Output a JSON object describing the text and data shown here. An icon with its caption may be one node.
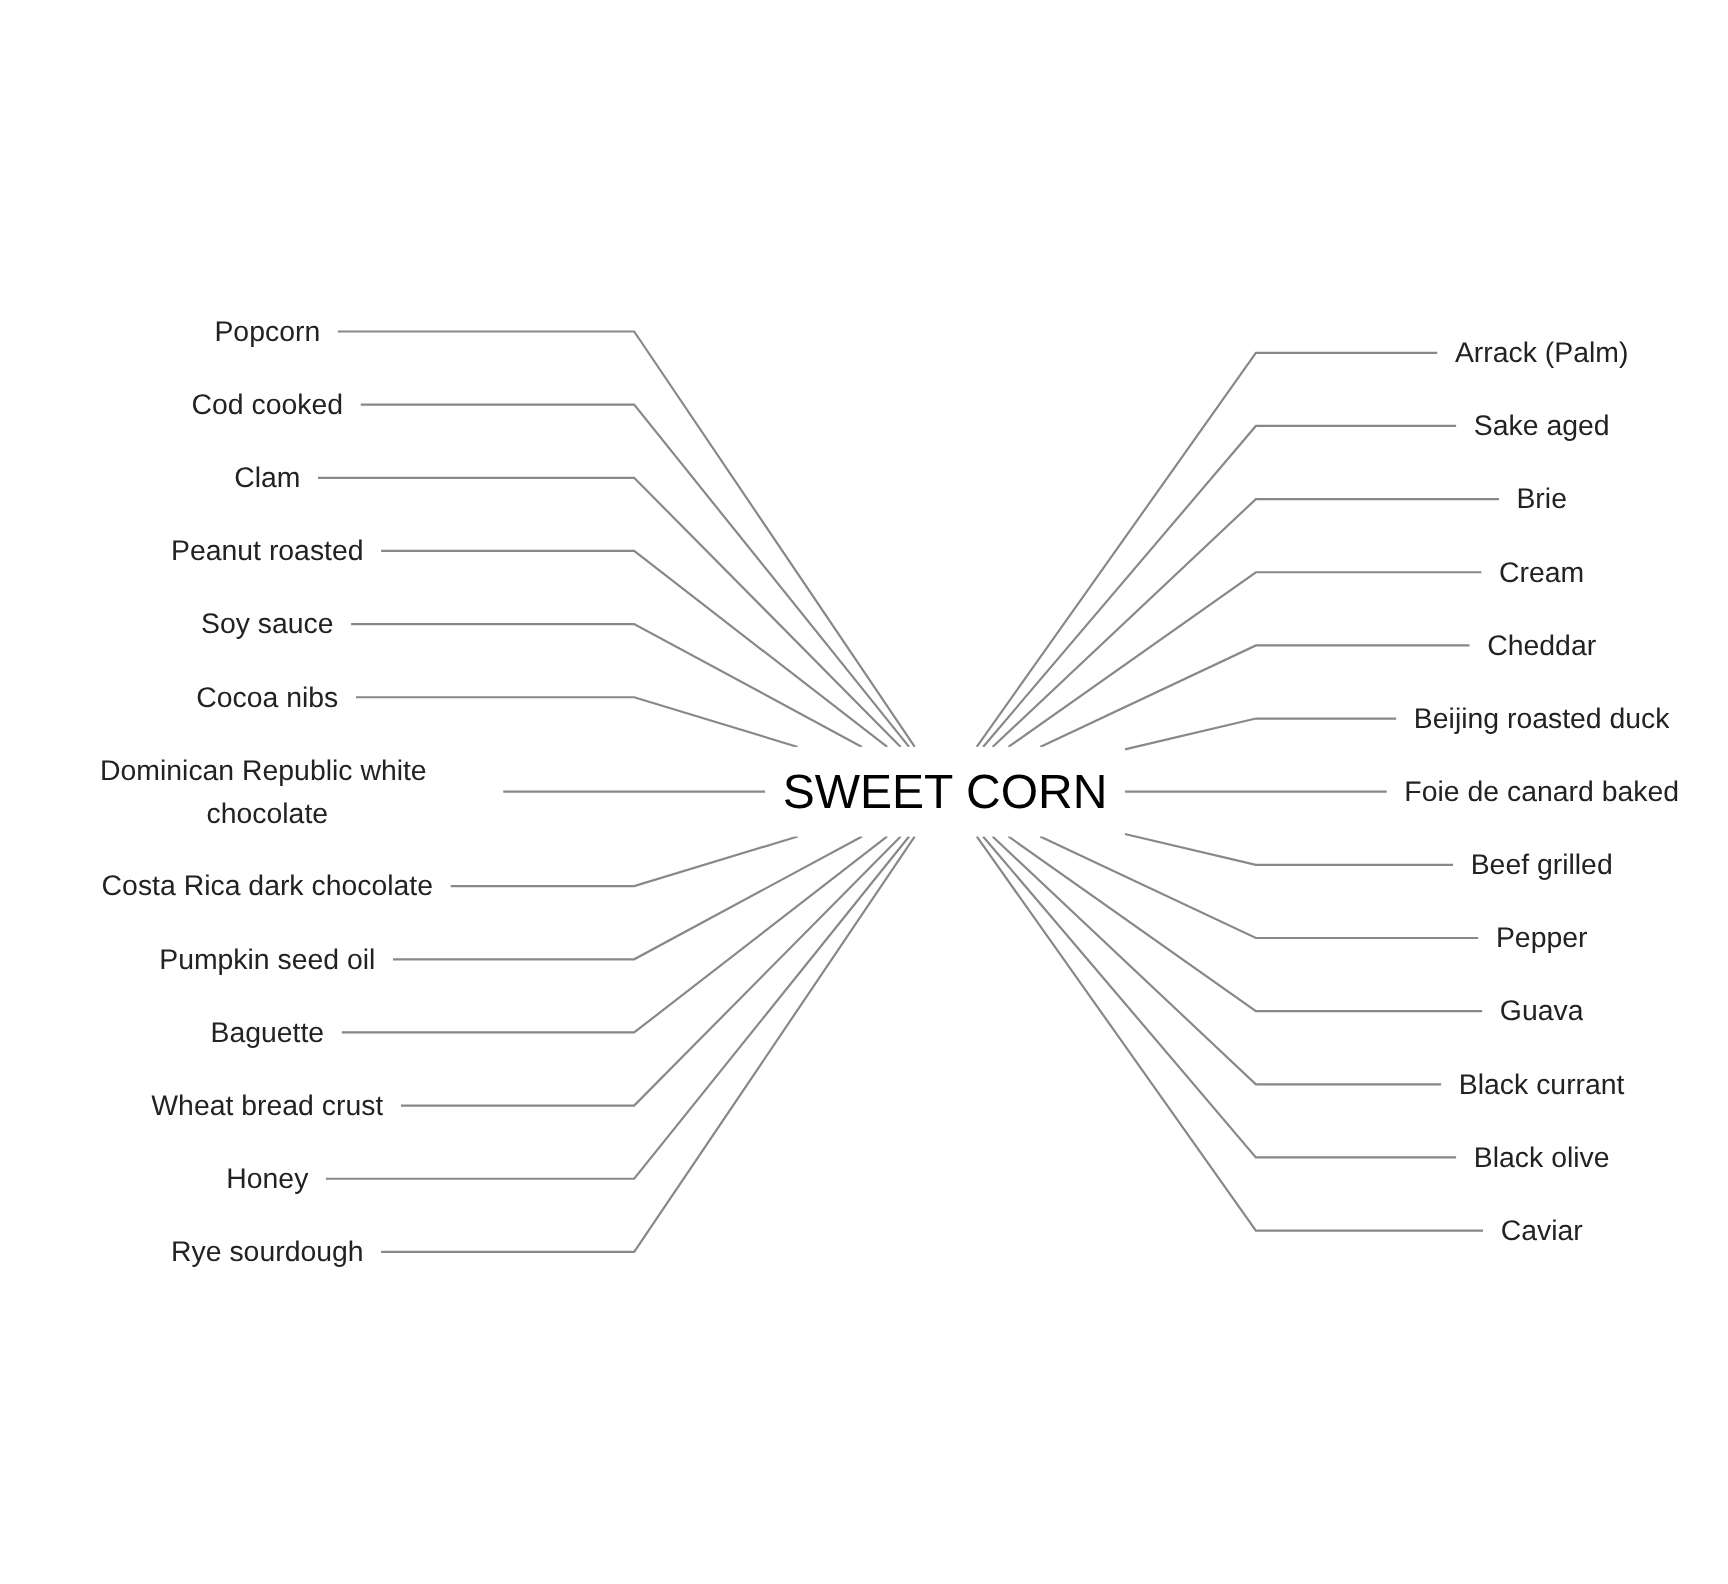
{
  "diagram": {
    "nodes": [
      {
        "text": [
          "SWEET CORN"
        ]
      },
      {
        "text": [
          "Arrack (Palm)"
        ]
      },
      {
        "text": [
          "Sake aged"
        ]
      },
      {
        "text": [
          "Brie"
        ]
      },
      {
        "text": [
          "Cream"
        ]
      },
      {
        "text": [
          "Cheddar"
        ]
      },
      {
        "text": [
          "Beijing roasted duck"
        ]
      },
      {
        "text": [
          "Foie de canard baked"
        ]
      },
      {
        "text": [
          "Beef grilled"
        ]
      },
      {
        "text": [
          "Pepper"
        ]
      },
      {
        "text": [
          "Guava"
        ]
      },
      {
        "text": [
          "Black currant"
        ]
      },
      {
        "text": [
          "Black olive"
        ]
      },
      {
        "text": [
          "Caviar"
        ]
      },
      {
        "text": [
          "Popcorn"
        ]
      },
      {
        "text": [
          "Cod cooked"
        ]
      },
      {
        "text": [
          "Clam"
        ]
      },
      {
        "text": [
          "Peanut roasted"
        ]
      },
      {
        "text": [
          "Soy sauce"
        ]
      },
      {
        "text": [
          "Cocoa nibs"
        ]
      },
      {
        "text": [
          "Dominican Republic white chocolate"
        ]
      },
      {
        "text": [
          "Costa Rica dark chocolate"
        ]
      },
      {
        "text": [
          "Pumpkin seed oil"
        ]
      },
      {
        "text": [
          "Baguette"
        ]
      },
      {
        "text": [
          "Wheat bread crust"
        ]
      },
      {
        "text": [
          "Honey"
        ]
      },
      {
        "text": [
          "Rye sourdough"
        ]
      }
    ],
    "edges": [
      {
        "from": 0,
        "to": 1,
        "arrow": "none"
      },
      {
        "from": 0,
        "to": 2,
        "arrow": "none"
      },
      {
        "from": 0,
        "to": 3,
        "arrow": "none"
      },
      {
        "from": 0,
        "to": 4,
        "arrow": "none"
      },
      {
        "from": 0,
        "to": 5,
        "arrow": "none"
      },
      {
        "from": 0,
        "to": 6,
        "arrow": "none"
      },
      {
        "from": 0,
        "to": 7,
        "arrow": "none"
      },
      {
        "from": 0,
        "to": 8,
        "arrow": "none"
      },
      {
        "from": 0,
        "to": 9,
        "arrow": "none"
      },
      {
        "from": 0,
        "to": 10,
        "arrow": "none"
      },
      {
        "from": 0,
        "to": 11,
        "arrow": "none"
      },
      {
        "from": 0,
        "to": 12,
        "arrow": "none"
      },
      {
        "from": 0,
        "to": 13,
        "arrow": "none"
      },
      {
        "from": 14,
        "to": 0,
        "arrow": "none"
      },
      {
        "from": 15,
        "to": 0,
        "arrow": "none"
      },
      {
        "from": 16,
        "to": 0,
        "arrow": "none"
      },
      {
        "from": 17,
        "to": 0,
        "arrow": "none"
      },
      {
        "from": 18,
        "to": 0,
        "arrow": "none"
      },
      {
        "from": 19,
        "to": 0,
        "arrow": "none"
      },
      {
        "from": 20,
        "to": 0,
        "arrow": "none"
      },
      {
        "from": 21,
        "to": 0,
        "arrow": "none"
      },
      {
        "from": 22,
        "to": 0,
        "arrow": "none"
      },
      {
        "from": 23,
        "to": 0,
        "arrow": "none"
      },
      {
        "from": 24,
        "to": 0,
        "arrow": "none"
      },
      {
        "from": 25,
        "to": 0,
        "arrow": "none"
      },
      {
        "from": 26,
        "to": 0,
        "arrow": "none"
      }
    ]
  }
}
